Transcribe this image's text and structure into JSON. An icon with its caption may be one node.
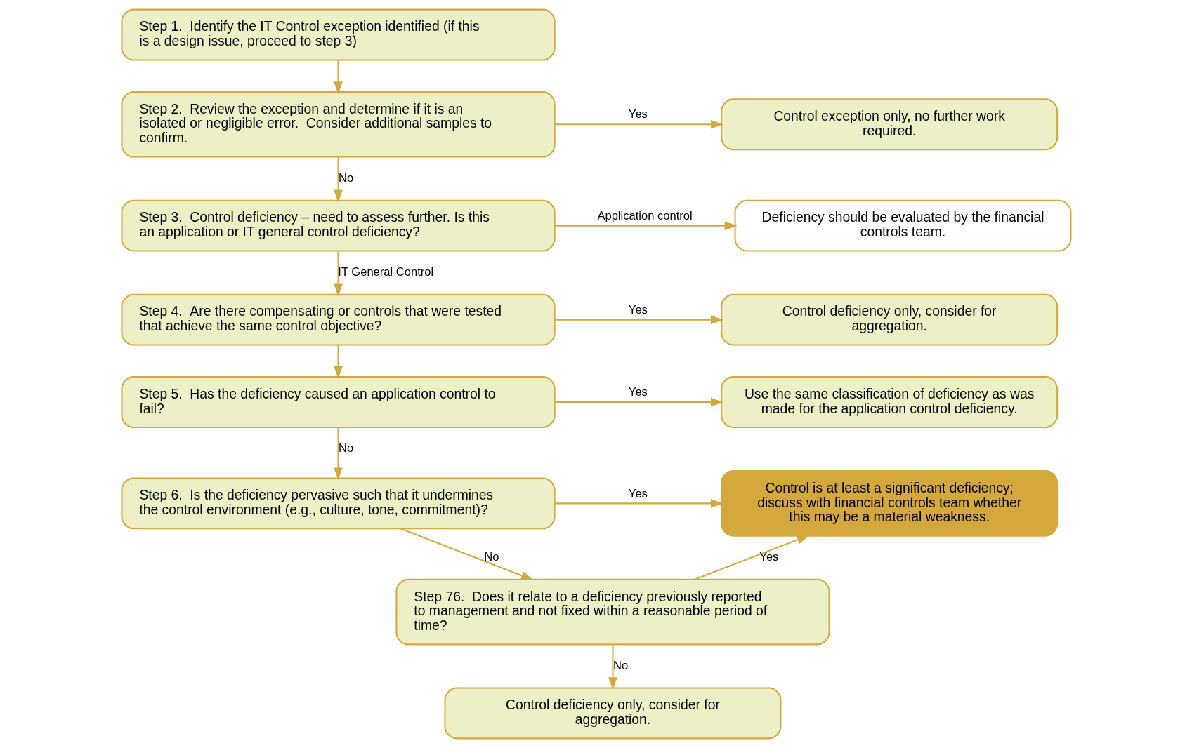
{
  "diagram": {
    "nodes": [
      {
        "text": [
          "Step 1.  Identify the IT Control exception identified (if this is a design issue, proceed to step 3)"
        ]
      },
      {
        "text": [
          "Step 2.  Review the exception and determine if it is an isolated or negligible error.  Consider additional samples to confirm."
        ]
      },
      {
        "text": [
          "Control exception only, no further work required."
        ]
      },
      {
        "text": [
          "Step 3.  Control deficiency – need to assess further. Is this an application or IT general control deficiency?"
        ]
      },
      {
        "text": [
          "Deficiency should be evaluated by the financial controls team."
        ]
      },
      {
        "text": [
          "Step 4.  Are there compensating or controls that were tested that achieve the same control objective?"
        ]
      },
      {
        "text": [
          "Control deficiency only, consider for aggregation."
        ]
      },
      {
        "text": [
          "Step 5.  Has the deficiency caused an application control to fail?"
        ]
      },
      {
        "text": [
          "Use the same classification of deficiency as was made for the application control deficiency."
        ]
      },
      {
        "text": [
          "Step 6.  Is the deficiency pervasive such that it undermines the control environment (e.g., culture, tone, commitment)?"
        ]
      },
      {
        "text": [
          "Control is at least a significant deficiency; discuss with financial controls team whether this may be a material weakness."
        ]
      },
      {
        "text": [
          "Step 76.  Does it relate to a deficiency previously reported to management and not fixed within a reasonable period of time?"
        ]
      },
      {
        "text": [
          "Control deficiency only, consider for aggregation."
        ]
      }
    ],
    "edges": [
      {
        "from": 0,
        "to": 1,
        "arrow": "to"
      },
      {
        "from": 1,
        "to": 2,
        "arrow": "to",
        "label": "Yes"
      },
      {
        "from": 1,
        "to": 3,
        "arrow": "to",
        "label": "No"
      },
      {
        "from": 3,
        "to": 4,
        "arrow": "to",
        "label": "Application control"
      },
      {
        "from": 3,
        "to": 5,
        "arrow": "to",
        "label": "IT General Control"
      },
      {
        "from": 5,
        "to": 6,
        "arrow": "to",
        "label": "Yes"
      },
      {
        "from": 5,
        "to": 7,
        "arrow": "to"
      },
      {
        "from": 7,
        "to": 8,
        "arrow": "to",
        "label": "Yes"
      },
      {
        "from": 7,
        "to": 9,
        "arrow": "to",
        "label": "No"
      },
      {
        "from": 9,
        "to": 10,
        "arrow": "to",
        "label": "Yes"
      },
      {
        "from": 9,
        "to": 11,
        "arrow": "to",
        "label": "No"
      },
      {
        "from": 11,
        "to": 10,
        "arrow": "to",
        "label": "Yes"
      },
      {
        "from": 11,
        "to": 12,
        "arrow": "to",
        "label": "No"
      }
    ]
  }
}
